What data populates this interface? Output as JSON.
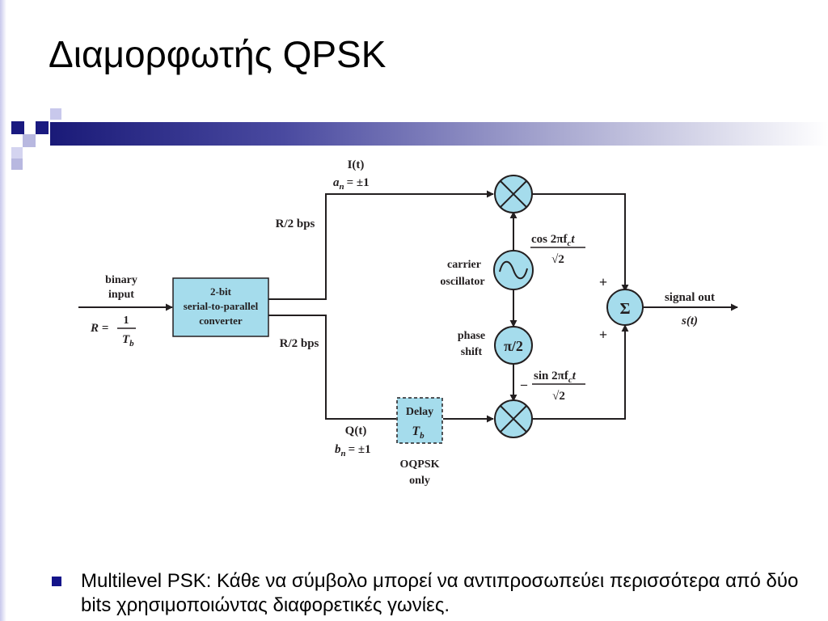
{
  "slide": {
    "title": "Διαμορφωτής QPSK"
  },
  "diagram": {
    "input_label": [
      "binary",
      "input"
    ],
    "rate_lhs": "R =",
    "rate_num": "1",
    "rate_den": "T",
    "rate_den_sub": "b",
    "converter_lines": [
      "2-bit",
      "serial-to-parallel",
      "converter"
    ],
    "upper_rate": "R/2 bps",
    "lower_rate": "R/2 bps",
    "i_label": "I(t)",
    "a_label": "a",
    "a_sub": "n",
    "a_value": "= ±1",
    "q_label": "Q(t)",
    "b_label": "b",
    "b_sub": "n",
    "b_value": "= ±1",
    "delay_label": "Delay",
    "delay_t": "T",
    "delay_t_sub": "b",
    "oqpsk_lines": [
      "OQPSK",
      "only"
    ],
    "carrier_lines": [
      "carrier",
      "oscillator"
    ],
    "phase_lines": [
      "phase",
      "shift"
    ],
    "phase_symbol": "π/2",
    "cos_num": "cos 2πf",
    "cos_num_sub": "c",
    "cos_num_tail": "t",
    "sqrt2": "√2",
    "minus_sign": "–",
    "sin_num": "sin 2πf",
    "sin_num_sub": "c",
    "sin_num_tail": "t",
    "plus_top": "+",
    "plus_bottom": "+",
    "sigma": "Σ",
    "output_label": "signal out",
    "output_signal": "s(t)",
    "colors": {
      "block_fill": "#a5dcec",
      "block_stroke": "#231f20",
      "line": "#231f20"
    }
  },
  "bullet": {
    "icon": "square-bullet-icon",
    "text": "Multilevel PSK: Κάθε να σύμβολο μπορεί να αντιπροσωπεύει περισσότερα από δύο bits χρησιμοποιώντας διαφορετικές γωνίες."
  }
}
